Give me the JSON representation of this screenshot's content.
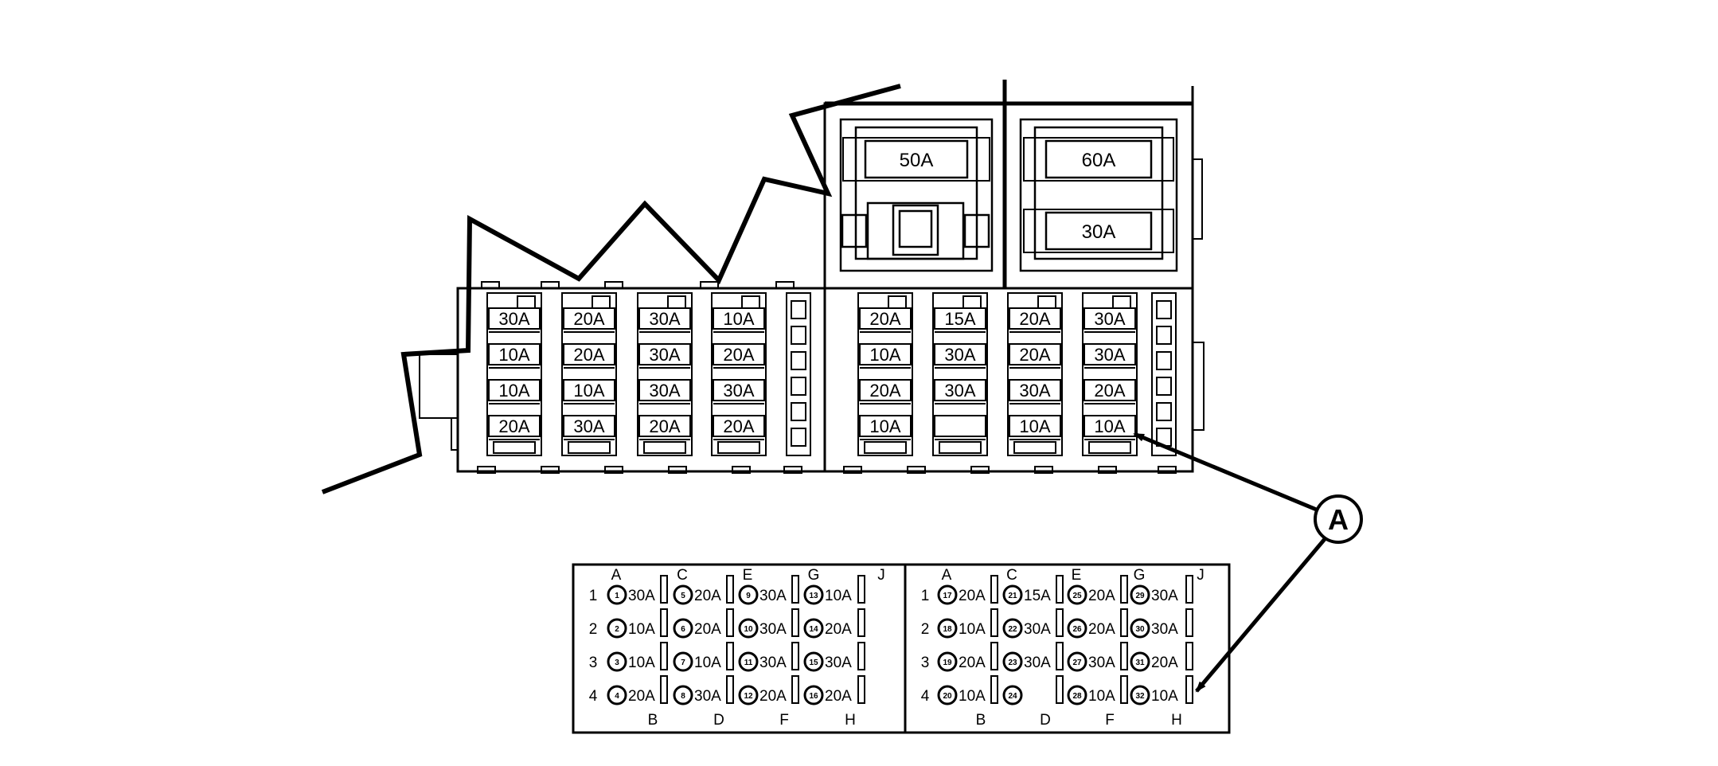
{
  "callout": {
    "label": "A"
  },
  "colors": {
    "ink": "#000000",
    "paper": "#ffffff"
  },
  "box": {
    "maxi_fuses": [
      "50A",
      "60A",
      "30A"
    ],
    "left_rows": [
      [
        "30A",
        "20A",
        "30A",
        "10A"
      ],
      [
        "10A",
        "20A",
        "30A",
        "20A"
      ],
      [
        "10A",
        "10A",
        "30A",
        "30A"
      ],
      [
        "20A",
        "30A",
        "20A",
        "20A"
      ]
    ],
    "right_rows": [
      [
        "20A",
        "15A",
        "20A",
        "30A"
      ],
      [
        "10A",
        "30A",
        "20A",
        "30A"
      ],
      [
        "20A",
        "30A",
        "30A",
        "20A"
      ],
      [
        "10A",
        "",
        "10A",
        "10A"
      ]
    ]
  },
  "key": {
    "panels": [
      {
        "top_cols": [
          "A",
          "C",
          "E",
          "G",
          "J"
        ],
        "bottom_cols": [
          "B",
          "D",
          "F",
          "H"
        ],
        "rows": [
          {
            "n": "1",
            "cells": [
              {
                "num": "1",
                "amp": "30A"
              },
              {
                "num": "5",
                "amp": "20A"
              },
              {
                "num": "9",
                "amp": "30A"
              },
              {
                "num": "13",
                "amp": "10A"
              }
            ]
          },
          {
            "n": "2",
            "cells": [
              {
                "num": "2",
                "amp": "10A"
              },
              {
                "num": "6",
                "amp": "20A"
              },
              {
                "num": "10",
                "amp": "30A"
              },
              {
                "num": "14",
                "amp": "20A"
              }
            ]
          },
          {
            "n": "3",
            "cells": [
              {
                "num": "3",
                "amp": "10A"
              },
              {
                "num": "7",
                "amp": "10A"
              },
              {
                "num": "11",
                "amp": "30A"
              },
              {
                "num": "15",
                "amp": "30A"
              }
            ]
          },
          {
            "n": "4",
            "cells": [
              {
                "num": "4",
                "amp": "20A"
              },
              {
                "num": "8",
                "amp": "30A"
              },
              {
                "num": "12",
                "amp": "20A"
              },
              {
                "num": "16",
                "amp": "20A"
              }
            ]
          }
        ]
      },
      {
        "top_cols": [
          "A",
          "C",
          "E",
          "G",
          "J"
        ],
        "bottom_cols": [
          "B",
          "D",
          "F",
          "H"
        ],
        "rows": [
          {
            "n": "1",
            "cells": [
              {
                "num": "17",
                "amp": "20A"
              },
              {
                "num": "21",
                "amp": "15A"
              },
              {
                "num": "25",
                "amp": "20A"
              },
              {
                "num": "29",
                "amp": "30A"
              }
            ]
          },
          {
            "n": "2",
            "cells": [
              {
                "num": "18",
                "amp": "10A"
              },
              {
                "num": "22",
                "amp": "30A"
              },
              {
                "num": "26",
                "amp": "20A"
              },
              {
                "num": "30",
                "amp": "30A"
              }
            ]
          },
          {
            "n": "3",
            "cells": [
              {
                "num": "19",
                "amp": "20A"
              },
              {
                "num": "23",
                "amp": "30A"
              },
              {
                "num": "27",
                "amp": "30A"
              },
              {
                "num": "31",
                "amp": "20A"
              }
            ]
          },
          {
            "n": "4",
            "cells": [
              {
                "num": "20",
                "amp": "10A"
              },
              {
                "num": "24",
                "amp": ""
              },
              {
                "num": "28",
                "amp": "10A"
              },
              {
                "num": "32",
                "amp": "10A"
              }
            ]
          }
        ]
      }
    ]
  }
}
